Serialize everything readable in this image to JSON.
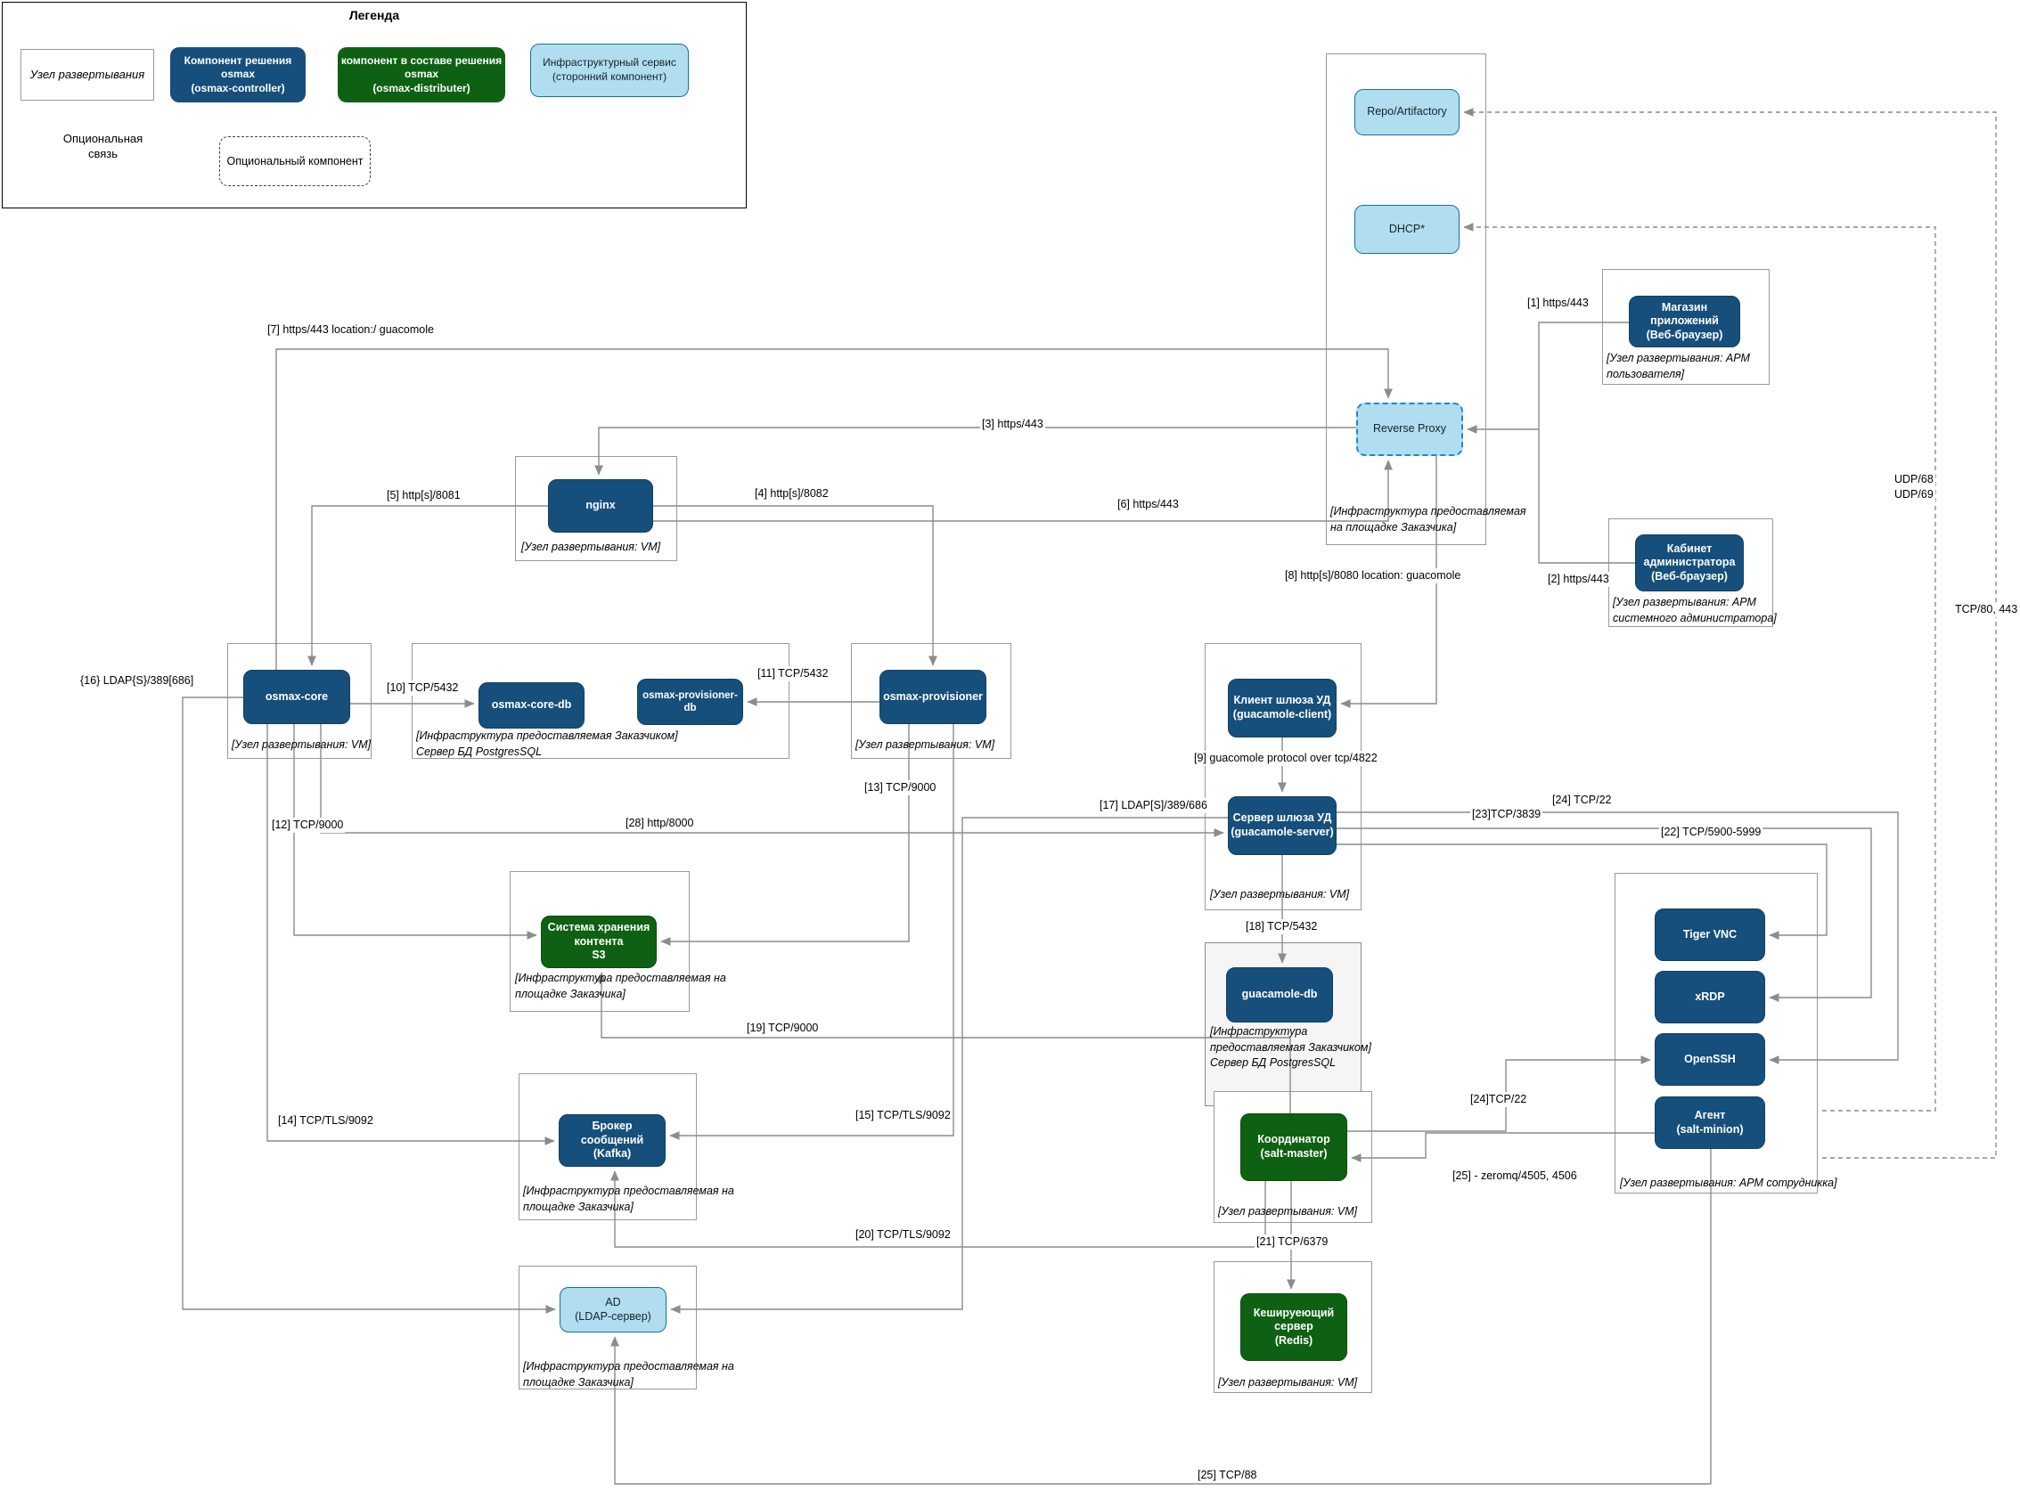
{
  "legend": {
    "title": "Легенда",
    "deployment_node": "Узел развертывания",
    "osmax_component": "Компонент решения osmax\n(osmax-controller)",
    "osmax_part_component": "компонент в составе решения\nosmax\n(osmax-distributer)",
    "infra_service": "Инфраструктурный сервис\n(сторонний компонент)",
    "optional_link": "Опциональная\nсвязь",
    "optional_component": "Опциональный компонент"
  },
  "nodes": {
    "repo": "Repo/Artifactory",
    "dhcp": "DHCP*",
    "reverse_proxy": "Reverse Proxy",
    "store": "Магазин приложений\n(Веб-браузер)",
    "admin_cab": "Кабинет\nадминистратора\n(Веб-браузер)",
    "nginx": "nginx",
    "core": "osmax-core",
    "core_db": "osmax-core-db",
    "prov_db": "osmax-provisioner-db",
    "provisioner": "osmax-provisioner",
    "guac_client": "Клиент шлюза УД\n(guacamole-client)",
    "guac_server": "Сервер шлюза УД\n(guacamole-server)",
    "guac_db": "guacamole-db",
    "s3": "Система хранения\nконтента\nS3",
    "kafka": "Брокер сообщений\n(Kafka)",
    "salt_master": "Координатор\n(salt-master)",
    "tiger_vnc": "Tiger VNC",
    "xrdp": "xRDP",
    "openssh": "OpenSSH",
    "salt_minion": "Агент\n(salt-minion)",
    "redis": "Кешируеющий сервер\n(Redis)",
    "ad": "AD\n(LDAP-сервер)"
  },
  "containers": {
    "infra_customer_site": "[Инфраструктура предоставляемая\nна площадке Заказчика]",
    "arm_user": "[Узел развертывания:  АРМ\nпользователя]",
    "arm_admin": "[Узел развертывания:  АРМ\nсистемного администратора]",
    "vm": "[Узел развертывания: VM]",
    "pg_core": "[Инфраструктура предоставляемая  Заказчиком]\nСервер БД PostgresSQL",
    "pg_guac": "[Инфраструктура\nпредоставляемая  Заказчиком]\nСервер БД PostgresSQL",
    "infra_site_s3": "[Инфраструктура предоставляемая на\nплощадке Заказчика]",
    "infra_site_kafka": "[Инфраструктура предоставляемая на\nплощадке Заказчика]",
    "infra_site_ad": "[Инфраструктура предоставляемая на\nплощадке Заказчика]",
    "arm_employee": "[Узел развертывания:  АРМ сотрудникка]"
  },
  "edge_labels": {
    "e1": "[1] https/443",
    "e2": "[2] https/443",
    "e3": "[3] https/443",
    "e4": "[4] http[s]/8082",
    "e5": "[5] http[s]/8081",
    "e6": "[6]   https/443",
    "e7": "[7] https/443 location:/ guacomole",
    "e8": "[8] http[s]/8080 location: guacomole",
    "e9": "[9] guacomole protocol over tcp/4822",
    "e10": "[10] TCP/5432",
    "e11": "[11] TCP/5432",
    "e12": "[12] TCP/9000",
    "e13": "[13] TCP/9000",
    "e14": "[14] TCP/TLS/9092",
    "e15": "[15] TCP/TLS/9092",
    "e16": "{16} LDAP{S}/389[686]",
    "e17": "[17] LDAP[S]/389/686",
    "e18": "[18] TCP/5432",
    "e19": "[19] TCP/9000",
    "e20": "[20] TCP/TLS/9092",
    "e21": "[21] TCP/6379",
    "e22": "[22] TCP/5900-5999",
    "e23": "[23]TCP/3839",
    "e24a": "[24] TCP/22",
    "e24b": "[24]TCP/22",
    "e25a": "[25] - zeromq/4505, 4506",
    "e25b": "[25] TCP/88",
    "e28": "[28] http/8000",
    "udp": "UDP/68\nUDP/69",
    "tcp80": "TCP/80, 443"
  },
  "colors": {
    "component_blue": "#164f7c",
    "component_green": "#0e6112",
    "infra_lightblue": "#b1ddf0",
    "infra_border": "#10739e",
    "edge_gray": "#8c8c8c"
  }
}
